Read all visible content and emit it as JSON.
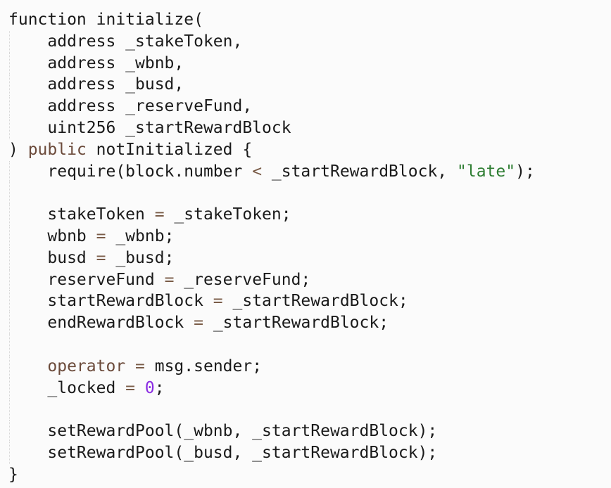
{
  "editor": {
    "language": "solidity",
    "colors": {
      "background": "#fbfbfb",
      "text": "#1a1a1a",
      "keyword": "#6b4a3a",
      "string": "#2e7d32",
      "number": "#8a2be2",
      "operator": "#7a5c48"
    },
    "lines": [
      {
        "indent": false,
        "tokens": [
          {
            "t": "function initialize(",
            "c": "plain"
          }
        ]
      },
      {
        "indent": true,
        "tokens": [
          {
            "t": "    address _stakeToken,",
            "c": "plain"
          }
        ]
      },
      {
        "indent": true,
        "tokens": [
          {
            "t": "    address _wbnb,",
            "c": "plain"
          }
        ]
      },
      {
        "indent": true,
        "tokens": [
          {
            "t": "    address _busd,",
            "c": "plain"
          }
        ]
      },
      {
        "indent": true,
        "tokens": [
          {
            "t": "    address _reserveFund,",
            "c": "plain"
          }
        ]
      },
      {
        "indent": true,
        "tokens": [
          {
            "t": "    uint256 _startRewardBlock",
            "c": "plain"
          }
        ]
      },
      {
        "indent": false,
        "tokens": [
          {
            "t": ") ",
            "c": "plain"
          },
          {
            "t": "public",
            "c": "kw"
          },
          {
            "t": " notInitialized {",
            "c": "plain"
          }
        ]
      },
      {
        "indent": true,
        "tokens": [
          {
            "t": "    require(block.number ",
            "c": "plain"
          },
          {
            "t": "<",
            "c": "op"
          },
          {
            "t": " _startRewardBlock, ",
            "c": "plain"
          },
          {
            "t": "\"late\"",
            "c": "str"
          },
          {
            "t": ");",
            "c": "plain"
          }
        ]
      },
      {
        "indent": true,
        "tokens": [
          {
            "t": "",
            "c": "plain"
          }
        ]
      },
      {
        "indent": true,
        "tokens": [
          {
            "t": "    stakeToken ",
            "c": "plain"
          },
          {
            "t": "=",
            "c": "op"
          },
          {
            "t": " _stakeToken;",
            "c": "plain"
          }
        ]
      },
      {
        "indent": true,
        "tokens": [
          {
            "t": "    wbnb ",
            "c": "plain"
          },
          {
            "t": "=",
            "c": "op"
          },
          {
            "t": " _wbnb;",
            "c": "plain"
          }
        ]
      },
      {
        "indent": true,
        "tokens": [
          {
            "t": "    busd ",
            "c": "plain"
          },
          {
            "t": "=",
            "c": "op"
          },
          {
            "t": " _busd;",
            "c": "plain"
          }
        ]
      },
      {
        "indent": true,
        "tokens": [
          {
            "t": "    reserveFund ",
            "c": "plain"
          },
          {
            "t": "=",
            "c": "op"
          },
          {
            "t": " _reserveFund;",
            "c": "plain"
          }
        ]
      },
      {
        "indent": true,
        "tokens": [
          {
            "t": "    startRewardBlock ",
            "c": "plain"
          },
          {
            "t": "=",
            "c": "op"
          },
          {
            "t": " _startRewardBlock;",
            "c": "plain"
          }
        ]
      },
      {
        "indent": true,
        "tokens": [
          {
            "t": "    endRewardBlock ",
            "c": "plain"
          },
          {
            "t": "=",
            "c": "op"
          },
          {
            "t": " _startRewardBlock;",
            "c": "plain"
          }
        ]
      },
      {
        "indent": true,
        "tokens": [
          {
            "t": "",
            "c": "plain"
          }
        ]
      },
      {
        "indent": true,
        "tokens": [
          {
            "t": "    ",
            "c": "plain"
          },
          {
            "t": "operator",
            "c": "kw"
          },
          {
            "t": " ",
            "c": "plain"
          },
          {
            "t": "=",
            "c": "op"
          },
          {
            "t": " msg.sender;",
            "c": "plain"
          }
        ]
      },
      {
        "indent": true,
        "tokens": [
          {
            "t": "    _locked ",
            "c": "plain"
          },
          {
            "t": "=",
            "c": "op"
          },
          {
            "t": " ",
            "c": "plain"
          },
          {
            "t": "0",
            "c": "num"
          },
          {
            "t": ";",
            "c": "plain"
          }
        ]
      },
      {
        "indent": true,
        "tokens": [
          {
            "t": "",
            "c": "plain"
          }
        ]
      },
      {
        "indent": true,
        "tokens": [
          {
            "t": "    setRewardPool(_wbnb, _startRewardBlock);",
            "c": "plain"
          }
        ]
      },
      {
        "indent": true,
        "tokens": [
          {
            "t": "    setRewardPool(_busd, _startRewardBlock);",
            "c": "plain"
          }
        ]
      },
      {
        "indent": false,
        "tokens": [
          {
            "t": "}",
            "c": "plain"
          }
        ]
      }
    ]
  }
}
